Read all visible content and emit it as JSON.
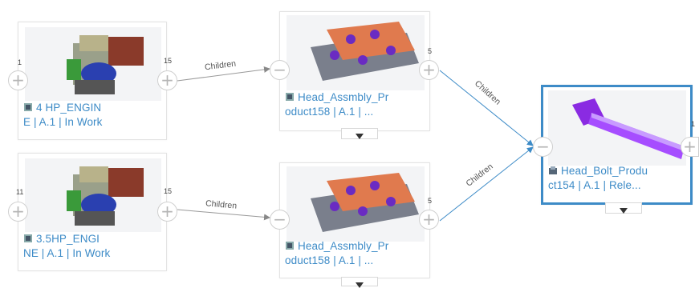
{
  "edge_label": "Children",
  "nodes": {
    "n1": {
      "line1": "4 HP_ENGIN",
      "line2": "E | A.1 | In Work",
      "left_count": "1",
      "right_count": "15"
    },
    "n2": {
      "line1": "3.5HP_ENGI",
      "line2": "NE | A.1 | In Work",
      "left_count": "11",
      "right_count": "15"
    },
    "n3": {
      "line1": "Head_Assmbly_Pr",
      "line2": "oduct158 | A.1 | ...",
      "right_count": "5"
    },
    "n4": {
      "line1": "Head_Assmbly_Pr",
      "line2": "oduct158 | A.1 | ...",
      "right_count": "5"
    },
    "n5": {
      "line1": "Head_Bolt_Produ",
      "line2": "ct154 | A.1 | Rele...",
      "right_count": "1"
    }
  },
  "glyphs": {
    "plus": "+",
    "minus": "−"
  },
  "colors": {
    "accent": "#3d8bc7",
    "bolt": "#8a2be2",
    "head": "#e07a4e"
  },
  "icons": [
    "assembly-icon",
    "part-icon",
    "plus-icon",
    "minus-icon",
    "expand-icon"
  ]
}
